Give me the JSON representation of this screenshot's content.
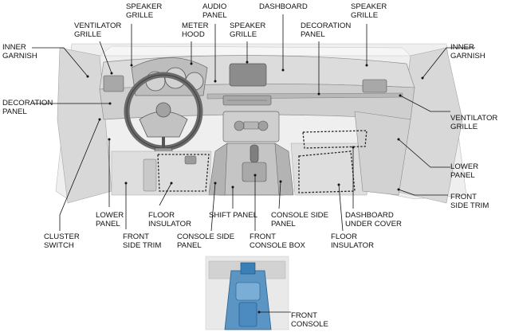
{
  "labels": {
    "speaker_grille_left": [
      "SPEAKER",
      "GRILLE"
    ],
    "audio_panel": [
      "AUDIO",
      "PANEL"
    ],
    "dashboard": [
      "DASHBOARD"
    ],
    "speaker_grille_right": [
      "SPEAKER",
      "GRILLE"
    ],
    "ventilator_grille_left": [
      "VENTILATOR",
      "GRILLE"
    ],
    "meter_hood": [
      "METER",
      "HOOD"
    ],
    "speaker_grille_center": [
      "SPEAKER",
      "GRILLE"
    ],
    "decoration_panel_right": [
      "DECORATION",
      "PANEL"
    ],
    "inner_garnish_left": [
      "INNER",
      "GARNISH"
    ],
    "inner_garnish_right": [
      "INNER",
      "GARNISH"
    ],
    "decoration_panel_left": [
      "DECORATION",
      "PANEL"
    ],
    "ventilator_grille_right": [
      "VENTILATOR",
      "GRILLE"
    ],
    "lower_panel_right": [
      "LOWER",
      "PANEL"
    ],
    "front_side_trim_right": [
      "FRONT",
      "SIDE TRIM"
    ],
    "lower_panel_left": [
      "LOWER",
      "PANEL"
    ],
    "floor_insulator_left": [
      "FLOOR",
      "INSULATOR"
    ],
    "shift_panel": [
      "SHIFT PANEL"
    ],
    "console_side_panel_right": [
      "CONSOLE SIDE",
      "PANEL"
    ],
    "dashboard_under_cover": [
      "DASHBOARD",
      "UNDER COVER"
    ],
    "cluster_switch": [
      "CLUSTER",
      "SWITCH"
    ],
    "front_side_trim_left": [
      "FRONT",
      "SIDE TRIM"
    ],
    "console_side_panel_left": [
      "CONSOLE SIDE",
      "PANEL"
    ],
    "front_console_box": [
      "FRONT",
      "CONSOLE BOX"
    ],
    "floor_insulator_right": [
      "FLOOR",
      "INSULATOR"
    ],
    "front_console": [
      "FRONT",
      "CONSOLE"
    ]
  },
  "colors": {
    "line": "#111111",
    "interior_fill": "#e6e6e6",
    "interior_dark": "#9a9a9a",
    "highlight_blue": "#3a7fb5"
  }
}
